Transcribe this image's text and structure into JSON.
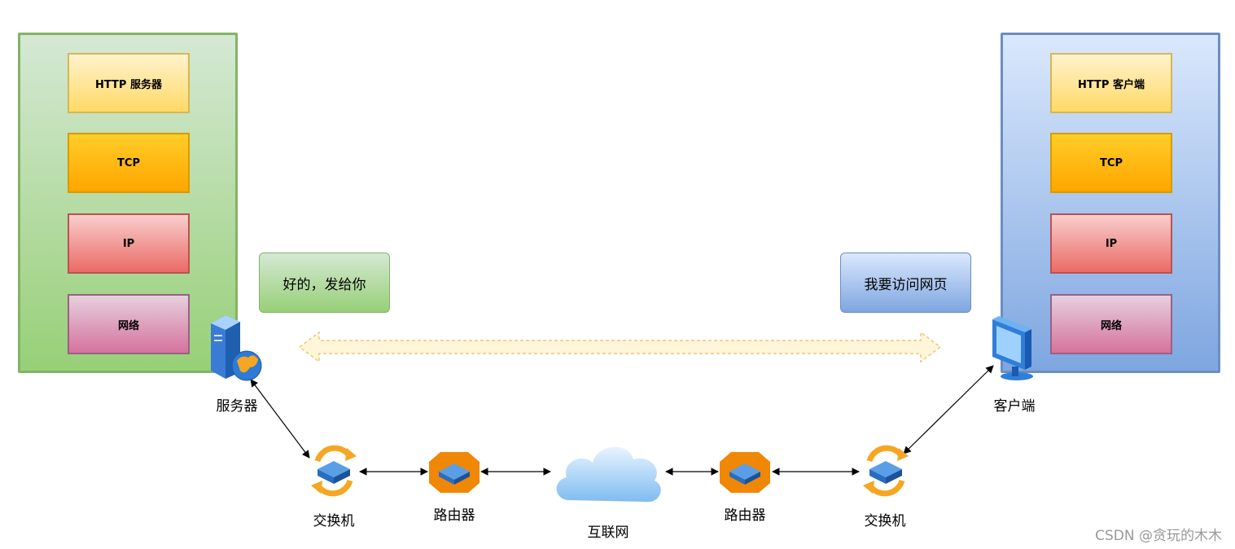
{
  "server_stack": {
    "layers": [
      "HTTP 服务器",
      "TCP",
      "IP",
      "网络"
    ]
  },
  "client_stack": {
    "layers": [
      "HTTP 客户端",
      "TCP",
      "IP",
      "网络"
    ]
  },
  "messages": {
    "server_reply": "好的，发给你",
    "client_request": "我要访问网页"
  },
  "nodes": {
    "server": "服务器",
    "client": "客户端",
    "switch_left": "交换机",
    "router_left": "路由器",
    "internet": "互联网",
    "router_right": "路由器",
    "switch_right": "交换机"
  },
  "watermark": "CSDN @贪玩的木木",
  "colors": {
    "server_stack": "#97d077",
    "client_stack": "#7ea6e0",
    "http_layer": "#ffd966",
    "tcp_layer": "#ffa500",
    "ip_layer": "#ea6b66",
    "network_layer": "#d5739d",
    "router": "#f08705",
    "switch": "#f5a623",
    "cloud": "#8ec5f4"
  }
}
